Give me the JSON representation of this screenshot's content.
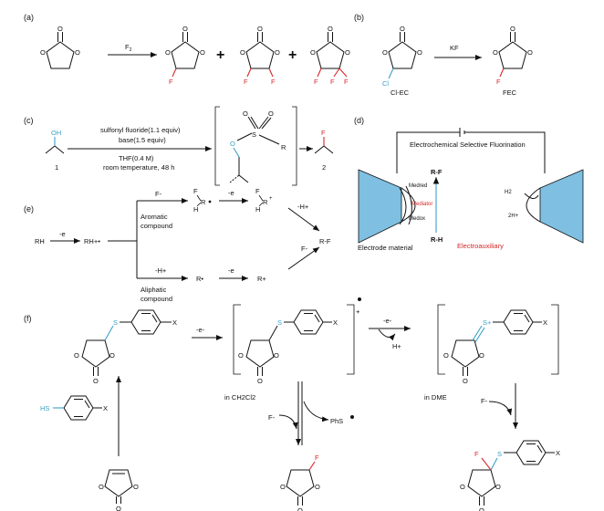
{
  "panels": {
    "a": "(a)",
    "b": "(b)",
    "c": "(c)",
    "d": "(d)",
    "e": "(e)",
    "f": "(f)"
  },
  "atoms": {
    "O": "O",
    "F": "F",
    "Cl": "Cl",
    "S": "S",
    "X": "X",
    "R": "R",
    "OH": "OH",
    "HS": "HS",
    "H": "H"
  },
  "panel_a": {
    "reagent": "F",
    "reagent_sub": "2",
    "plus": "+"
  },
  "panel_b": {
    "reagent": "KF",
    "left_label": "Cl-EC",
    "right_label": "FEC"
  },
  "panel_c": {
    "reagent_1": "sulfonyl fluoride(1.1 equiv)",
    "reagent_2": "base(1.5 equiv)",
    "condition_1": "THF(0.4 M)",
    "condition_2": "room temperature, 48 h",
    "label_1": "1",
    "label_2": "2"
  },
  "panel_d": {
    "title": "Electrochemical Selective Fluorination",
    "rf": "R-F",
    "rh": "R-H",
    "med_red": "Medred",
    "mediator": "Mediator",
    "med_ox": "Medox",
    "h2": "H2",
    "twoh": "2H+",
    "electrode": "Electrode material",
    "electroauxiliary": "Electroauxiliary"
  },
  "panel_e": {
    "rh": "RH",
    "rh_radical_cation": "RH+•",
    "minus_e": "-e",
    "f_minus": "F-",
    "minus_h": "-H+",
    "aromatic_1": "Aromatic",
    "aromatic_2": "compound",
    "aliphatic_1": "Aliphatic",
    "aliphatic_2": "compound",
    "r_radical": "R•",
    "r_cation": "R+",
    "rf": "R-F"
  },
  "panel_f": {
    "minus_e": "-e-",
    "h_plus": "H+",
    "f_minus": "F-",
    "in_ch2cl2": "in CH2Cl2",
    "in_dme": "in DME",
    "phs": "PhS",
    "charge_plus": "+",
    "s_plus": "S+"
  }
}
